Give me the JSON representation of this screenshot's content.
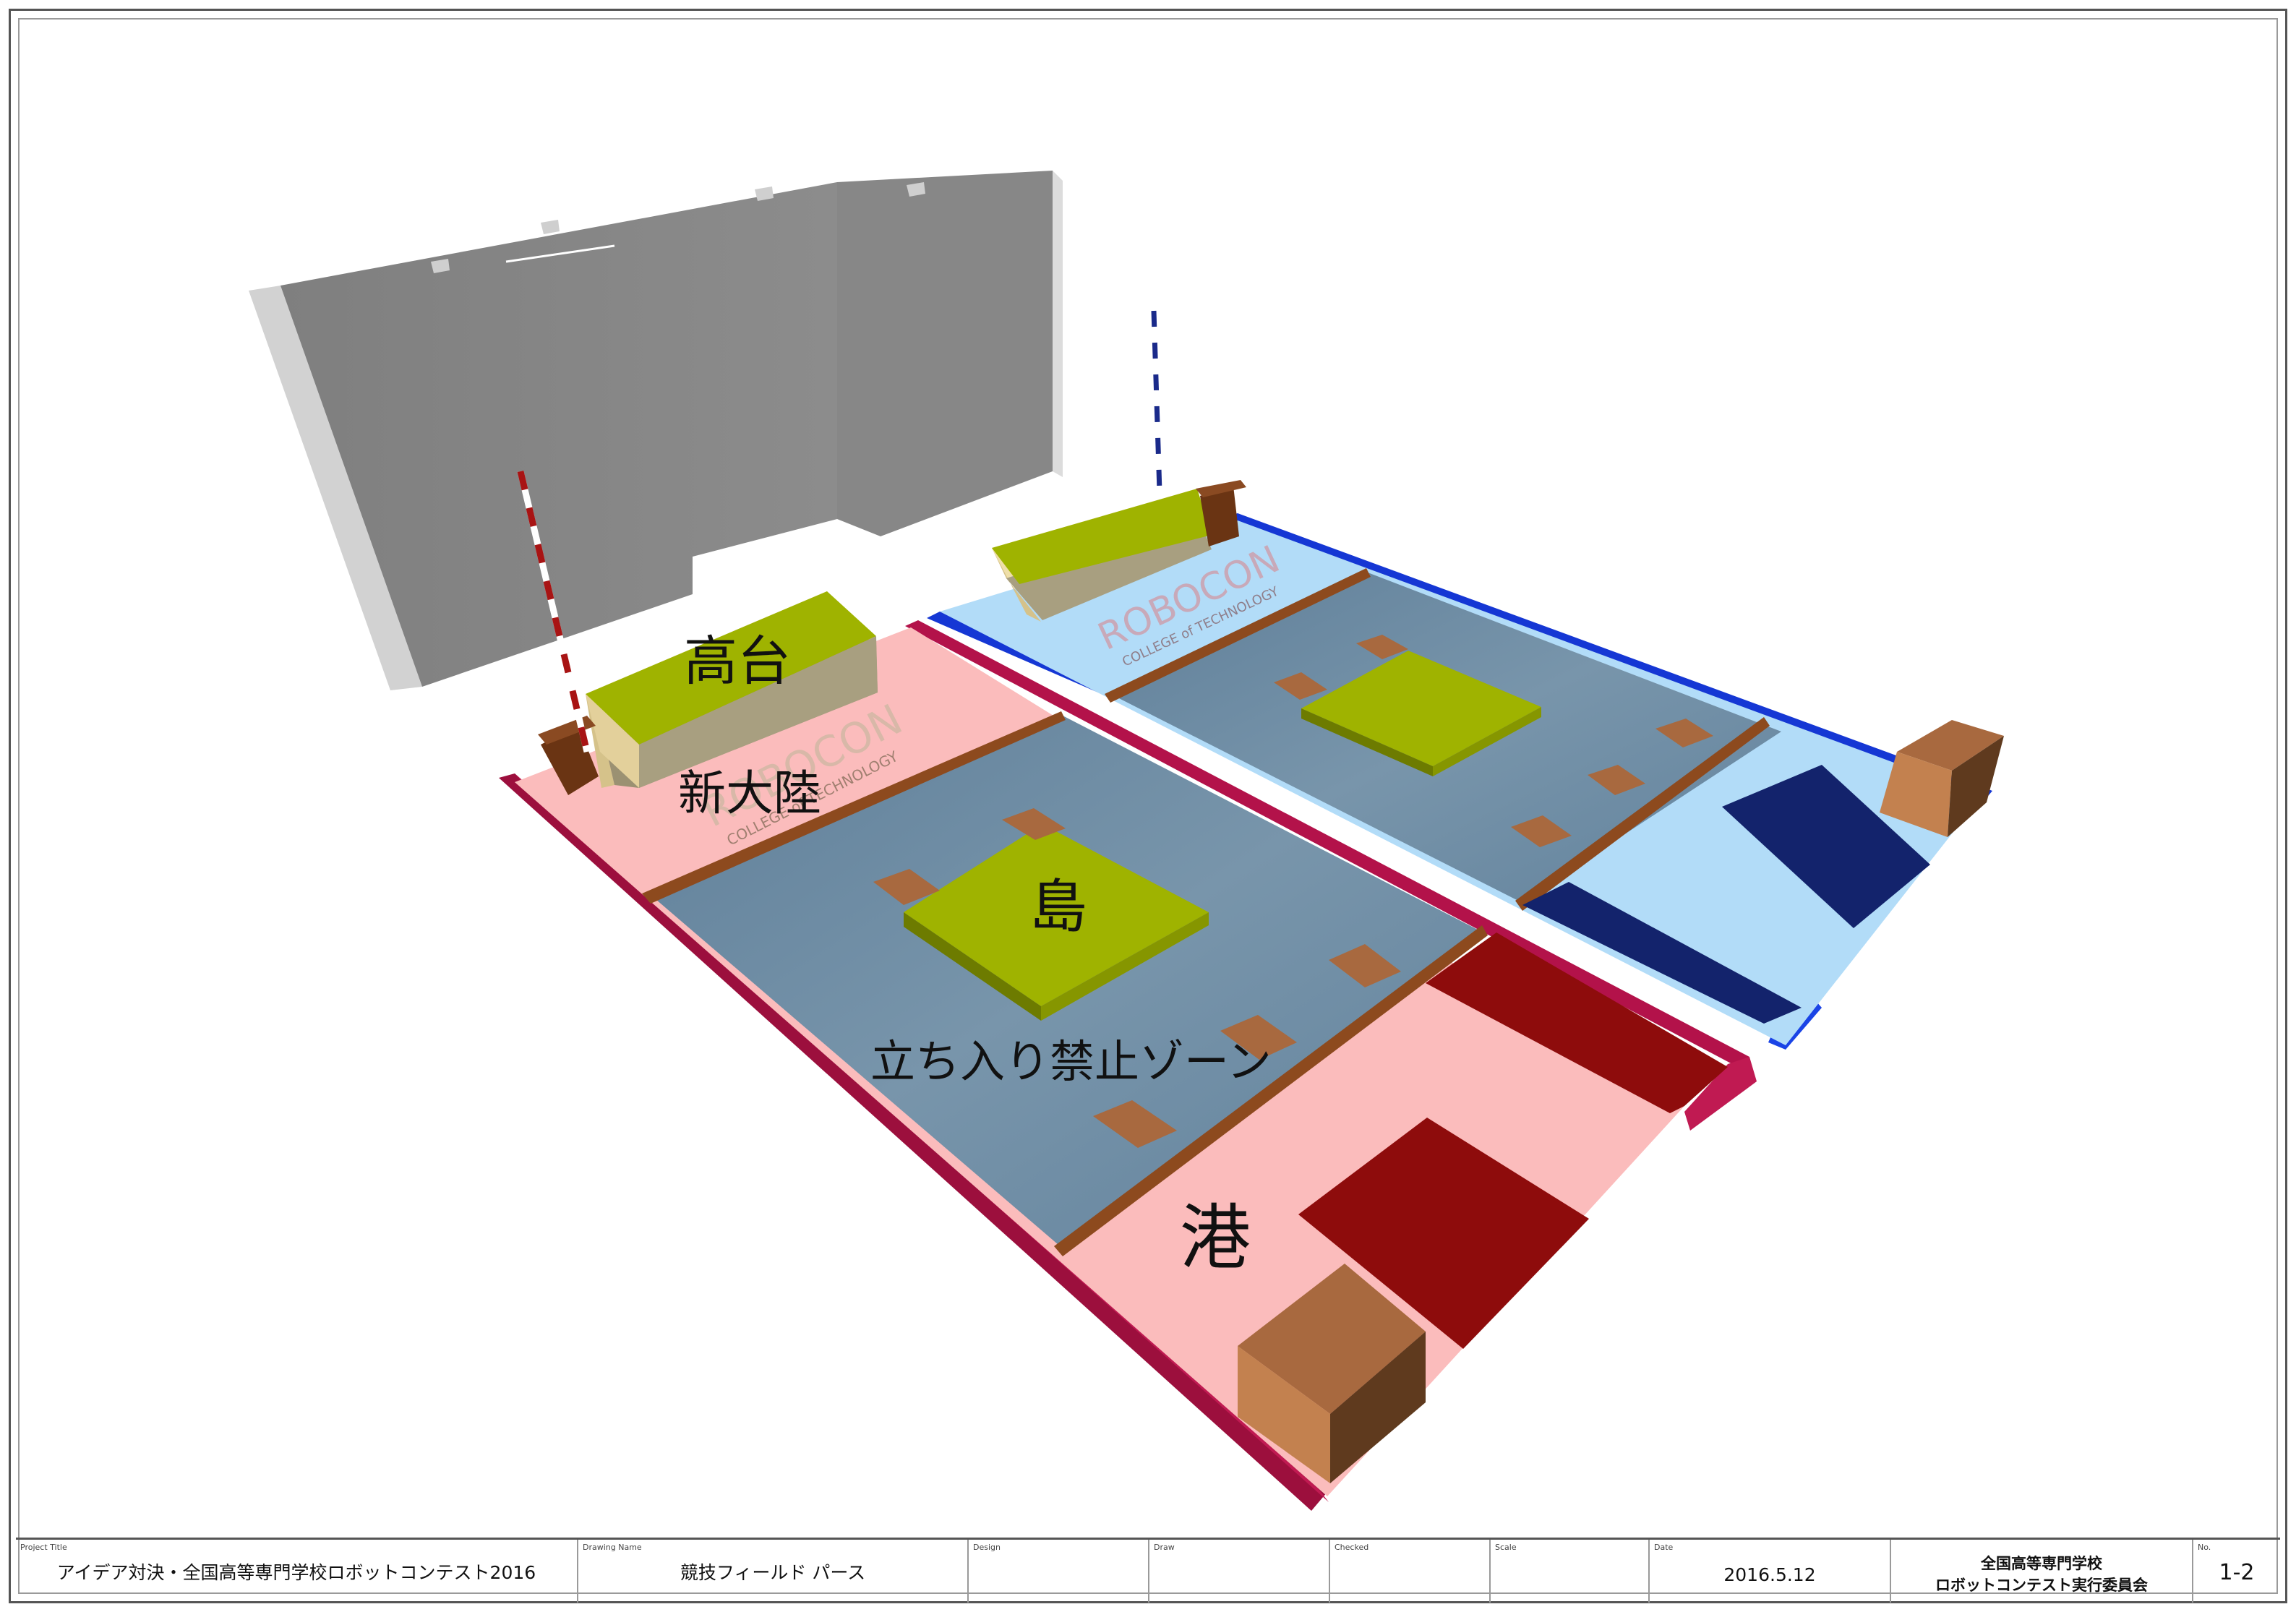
{
  "field": {
    "labels": {
      "highland": "高台",
      "new_continent": "新大陸",
      "island": "島",
      "no_entry_zone": "立ち入り禁止ゾーン",
      "port": "港"
    },
    "logo_text": {
      "word": "ROBOCON",
      "sub": "COLLEGE of TECHNOLOGY"
    },
    "colors": {
      "red_zone": "#fbbcbc",
      "blue_zone": "#b2dcf8",
      "water": "#6c8aa1",
      "red_fence": "#b3124a",
      "blue_fence": "#1537d4",
      "platform_top": "#9fb300",
      "crate": "#a8693f",
      "dark_red": "#8e0c0c",
      "dark_blue": "#13236c",
      "wall": "#8a8a8a"
    }
  },
  "title_block": {
    "project_title_caption": "Project Title",
    "project_title": "アイデア対決・全国高等専門学校ロボットコンテスト2016",
    "drawing_name_caption": "Drawing Name",
    "drawing_name": "競技フィールド パース",
    "design_caption": "Design",
    "design": "",
    "draw_caption": "Draw",
    "draw": "",
    "checked_caption": "Checked",
    "checked": "",
    "scale_caption": "Scale",
    "scale": "",
    "date_caption": "Date",
    "date": "2016.5.12",
    "organization_line1": "全国高等専門学校",
    "organization_line2": "ロボットコンテスト実行委員会",
    "no_caption": "No.",
    "no": "1-2"
  }
}
